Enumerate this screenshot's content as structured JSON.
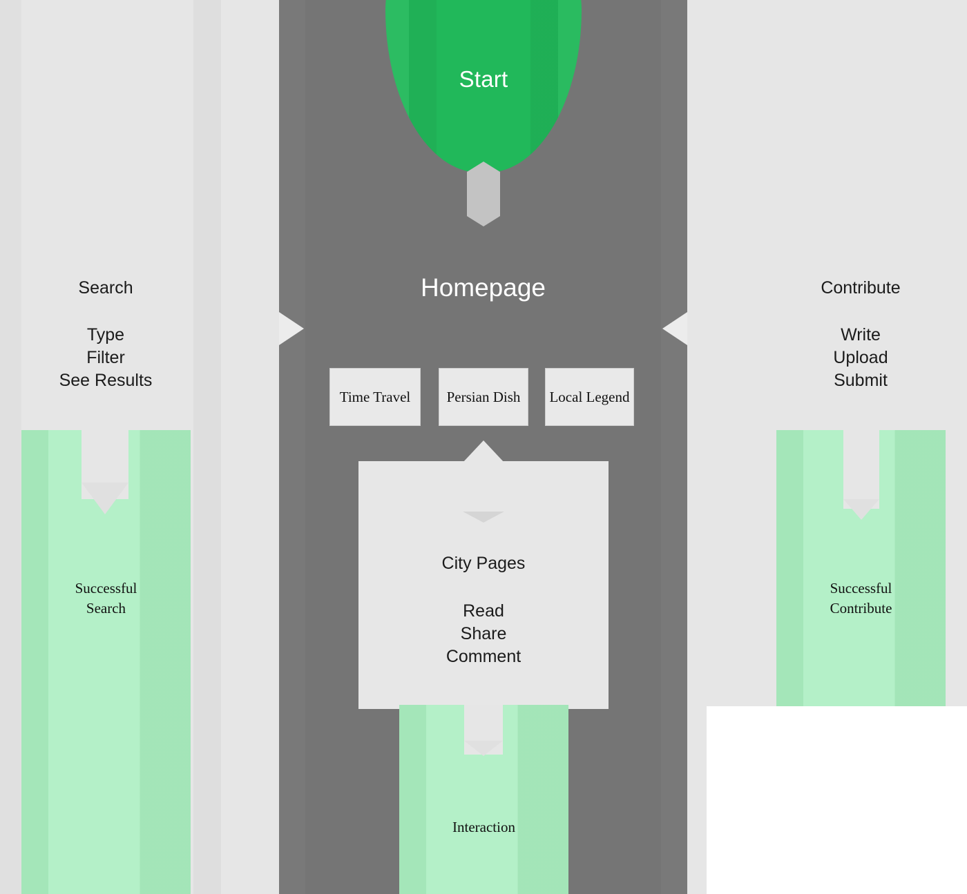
{
  "diagram": {
    "title": "Homepage",
    "start": {
      "label": "Start"
    },
    "center": {
      "title": "Homepage",
      "categories": [
        {
          "label": "Time Travel"
        },
        {
          "label": "Persian Dish"
        },
        {
          "label": "Local Legend"
        }
      ],
      "detail": {
        "title": "City Pages",
        "steps": "Read\nShare\nComment",
        "step_list": [
          "Read",
          "Share",
          "Comment"
        ]
      },
      "outcome": {
        "label": "Interaction"
      }
    },
    "left": {
      "heading": "Search",
      "steps": "Type\nFilter\nSee Results",
      "step_list": [
        "Type",
        "Filter",
        "See Results"
      ],
      "outcome": {
        "line1": "Successful",
        "line2": "Search"
      }
    },
    "right": {
      "heading": "Contribute",
      "steps": "Write\nUpload\nSubmit",
      "step_list": [
        "Write",
        "Upload",
        "Submit"
      ],
      "outcome": {
        "line1": "Successful",
        "line2": "Contribute"
      }
    }
  },
  "colors": {
    "start_green": "#21b85a",
    "panel_gray": "#757575",
    "background_gray": "#e6e6e6",
    "outcome_green": "#aaeec0",
    "card_gray": "#e7e7e7",
    "text_dark": "#1b1b1b",
    "text_light": "#ffffff"
  }
}
